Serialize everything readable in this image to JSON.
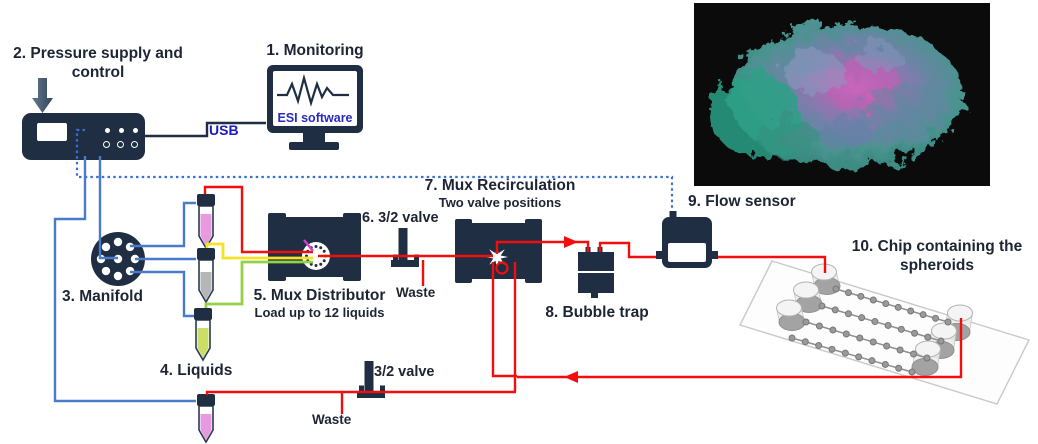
{
  "labels": {
    "monitoring": "1. Monitoring",
    "pressure_supply_line1": "2. Pressure supply and",
    "pressure_supply_line2": "control",
    "manifold": "3. Manifold",
    "liquids": "4. Liquids",
    "mux_distributor": "5. Mux Distributor",
    "mux_distributor_note": "Load up to 12 liquids",
    "valve_top": "6. 3/2 valve",
    "mux_recirculation": "7. Mux Recirculation",
    "mux_recirculation_note": "Two valve positions",
    "bubble_trap": "8. Bubble trap",
    "flow_sensor": "9. Flow sensor",
    "chip_line1": "10. Chip containing the",
    "chip_line2": "spheroids",
    "valve_bottom": "3/2 valve",
    "waste": "Waste",
    "usb": "USB",
    "esi_software": "ESI software"
  },
  "icons": {
    "pressure_inlet_arrow": "down-arrow",
    "monitor_waveform": "ecg-waveform",
    "recirculation_loop": "loop",
    "flow_direction_arrows": "red-arrowheads"
  },
  "colors": {
    "device_navy": "#1f2e42",
    "line_blue": "#4a7bc8",
    "line_blue_dotted": "#3b6fd6",
    "line_red": "#f10e0e",
    "line_yellow": "#f4e227",
    "line_green": "#94d145",
    "line_magenta": "#cf3fd0",
    "usb_text_blue": "#1a1abd",
    "esi_text_blue": "#2a2ac0"
  },
  "liquids": {
    "tube_colors": [
      "#e89ae0",
      "#b5b7b7",
      "#cbdf67",
      "#e89ae0"
    ]
  }
}
